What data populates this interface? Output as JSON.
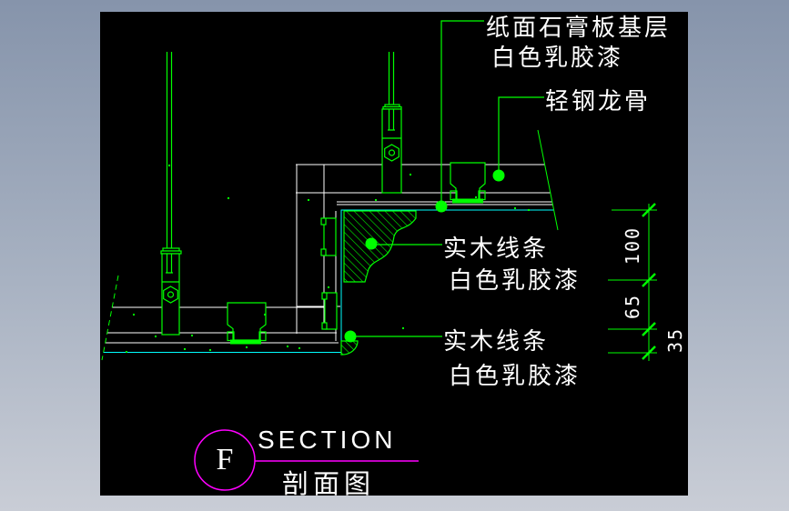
{
  "window": {
    "background_top": "#8694ab",
    "background_bottom": "#c9cdd6",
    "canvas_color": "#000000"
  },
  "colors": {
    "drawing_green": "#00ff00",
    "finish_face_cyan": "#00ffff",
    "text_white": "#ffffff",
    "title_magenta": "#ff00ff"
  },
  "annotations": {
    "gypsum_label": {
      "line1": "纸面石膏板基层",
      "line2": "白色乳胶漆"
    },
    "keel_label": "轻钢龙骨",
    "molding_upper_label": {
      "line1": "实木线条",
      "line2": "白色乳胶漆"
    },
    "molding_lower_label": {
      "line1": "实木线条",
      "line2": "白色乳胶漆"
    }
  },
  "dimensions": {
    "d100": "100",
    "d65": "65",
    "d35": "35"
  },
  "title_block": {
    "ref_letter": "F",
    "title_en": "SECTION",
    "title_zh": "剖面图"
  }
}
